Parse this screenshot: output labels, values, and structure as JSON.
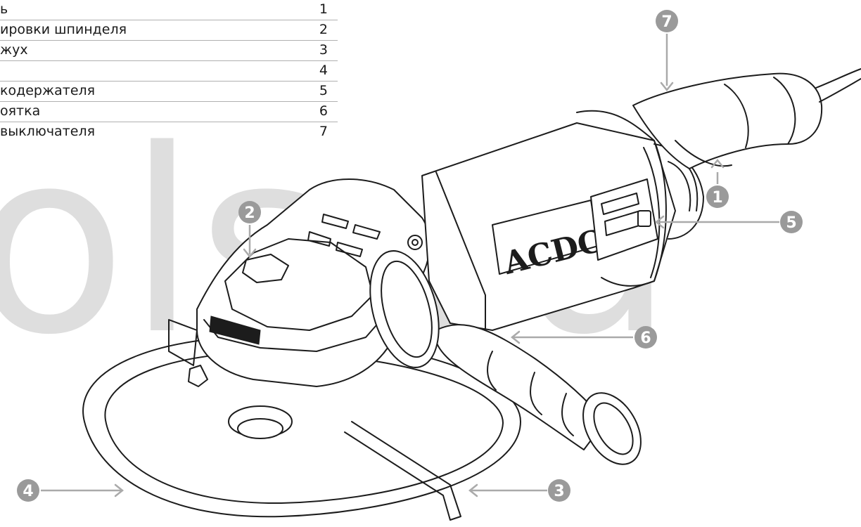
{
  "legend": {
    "items": [
      {
        "label": "ь",
        "number": "1"
      },
      {
        "label": "ировки шпинделя",
        "number": "2"
      },
      {
        "label": "жух",
        "number": "3"
      },
      {
        "label": "",
        "number": "4"
      },
      {
        "label": "кодержателя",
        "number": "5"
      },
      {
        "label": "оятка",
        "number": "6"
      },
      {
        "label": "выключателя",
        "number": "7"
      }
    ]
  },
  "callouts": [
    "1",
    "2",
    "3",
    "4",
    "5",
    "6",
    "7"
  ],
  "brand": "ACDC",
  "watermark": "ols.ru",
  "colors": {
    "callout": "#9a9a9a",
    "line": "#1c1c1c",
    "leader": "#aaaaaa",
    "watermark": "#d9d9d9"
  }
}
